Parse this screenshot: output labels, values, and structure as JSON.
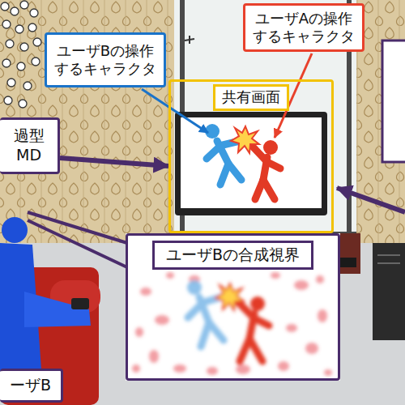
{
  "diagram": {
    "nodes": [
      {
        "text": [
          "ユーザBの操作するキャラクタ"
        ]
      },
      {
        "text": [
          "ユーザAの操作するキャラクタ"
        ]
      },
      {
        "text": [
          "共有画面"
        ]
      },
      {
        "text": [
          "過型 MD"
        ]
      },
      {
        "text": [
          "ユーザBの合成視界"
        ]
      },
      {
        "text": [
          "ーザB"
        ]
      }
    ],
    "edges": [
      {
        "from": 3,
        "to": 2,
        "arrow": "to"
      }
    ]
  }
}
